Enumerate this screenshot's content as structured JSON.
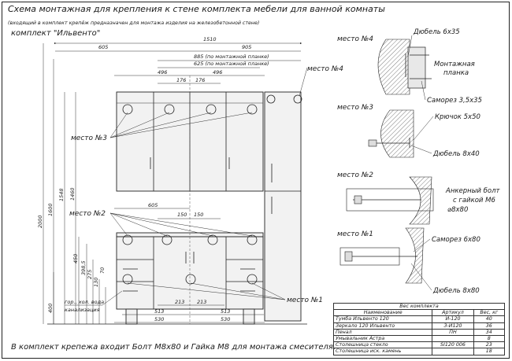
{
  "header": {
    "title": "Схема монтажная для крепления к стене комплекта мебели для ванной комнаты",
    "subtitle": "(входящий в комплект крепёж предназначен для монтажа изделия на железобетонной стене)",
    "kit": "комплект \"Ильвенто\""
  },
  "footer": "В комплект крепежа входит Болт М8х80 и Гайка М8 для монтажа смесителя.",
  "dims": {
    "d1510": "1510",
    "d605": "605",
    "d905": "905",
    "d885": "885 (по монтажной планке)",
    "d625": "625 (по монтажной планке)",
    "d496a": "496",
    "d496b": "496",
    "d176a": "176",
    "d176b": "176",
    "d605b": "605",
    "d150a": "150",
    "d150b": "150",
    "d213a": "213",
    "d213b": "213",
    "d513a": "513",
    "d513b": "513",
    "d530a": "530",
    "d530b": "530",
    "v2000": "2000",
    "v1600": "1600",
    "v1548": "1548",
    "v1460": "1460",
    "v400": "400",
    "v450": "450",
    "v398": "398,5",
    "v275": "275",
    "v130": "130",
    "v70": "70"
  },
  "places": {
    "p4": "место №4",
    "p3": "место №3",
    "p2": "место №2",
    "p1": "место №1",
    "p4b": "место №4",
    "p3b": "место №3",
    "p2b": "место №2",
    "p1b": "место №1"
  },
  "notes": {
    "water": "гор., хол. вода",
    "sewer": "канализация"
  },
  "details": {
    "dowel6x35": "Дюбель 6х35",
    "plank1": "Монтажная",
    "plank2": "планка",
    "screw35": "Саморез 3,5х35",
    "hook": "Крючок 5х50",
    "dowel8x40": "Дюбель 8х40",
    "anchor1": "Анкерный болт",
    "anchor2": "с гайкой М6",
    "anchor3": "⌀8х80",
    "screw6x80": "Саморез 6х80",
    "dowel8x80": "Дюбель 8х80"
  },
  "table": {
    "caption": "Вес комплекта",
    "headers": [
      "Наименование",
      "Артикул",
      "Вес, кг"
    ],
    "rows": [
      [
        "Тумба Ильвенто 120",
        "И-120",
        "40"
      ],
      [
        "Зеркало 120 Ильвенто",
        "З-И120",
        "36"
      ],
      [
        "Пенал",
        "ПН",
        "34"
      ],
      [
        "Умывальник Астра",
        "",
        "8"
      ],
      [
        "Столешница стекло",
        "SI120 006",
        "23"
      ],
      [
        "Столешница иск. камень",
        "",
        "18"
      ]
    ]
  }
}
